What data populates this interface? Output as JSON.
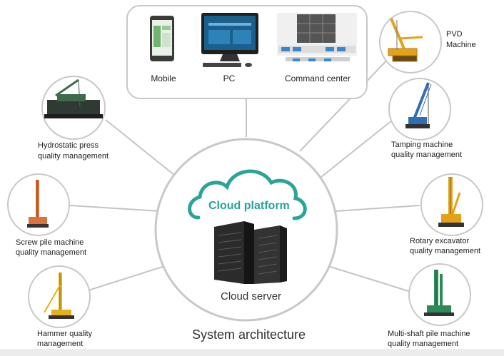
{
  "title": "System architecture",
  "center": {
    "cloud_label": "Cloud platform",
    "server_label": "Cloud server"
  },
  "top_box": {
    "devices": [
      {
        "label": "Mobile"
      },
      {
        "label": "PC"
      },
      {
        "label": "Command center"
      }
    ]
  },
  "nodes": [
    {
      "id": "pvd",
      "label_lines": [
        "PVD",
        "Machine"
      ]
    },
    {
      "id": "tamping",
      "label_lines": [
        "Tamping machine",
        "quality management"
      ]
    },
    {
      "id": "rotary",
      "label_lines": [
        "Rotary excavator",
        "quality management"
      ]
    },
    {
      "id": "multishaft",
      "label_lines": [
        "Multi-shaft pile machine",
        "quality management"
      ]
    },
    {
      "id": "hydrostatic",
      "label_lines": [
        "Hydrostatic press",
        "quality management"
      ]
    },
    {
      "id": "screw",
      "label_lines": [
        "Screw pile machine",
        "quality management"
      ]
    },
    {
      "id": "hammer",
      "label_lines": [
        "Hammer quality",
        "management"
      ]
    }
  ],
  "colors": {
    "ring": "#c8c8c8",
    "line": "#c4c4c4",
    "cloud": "#2aa398",
    "machine": "#e3a21a",
    "crawler": "#2f6fb3",
    "server": "#2b2b2b"
  }
}
